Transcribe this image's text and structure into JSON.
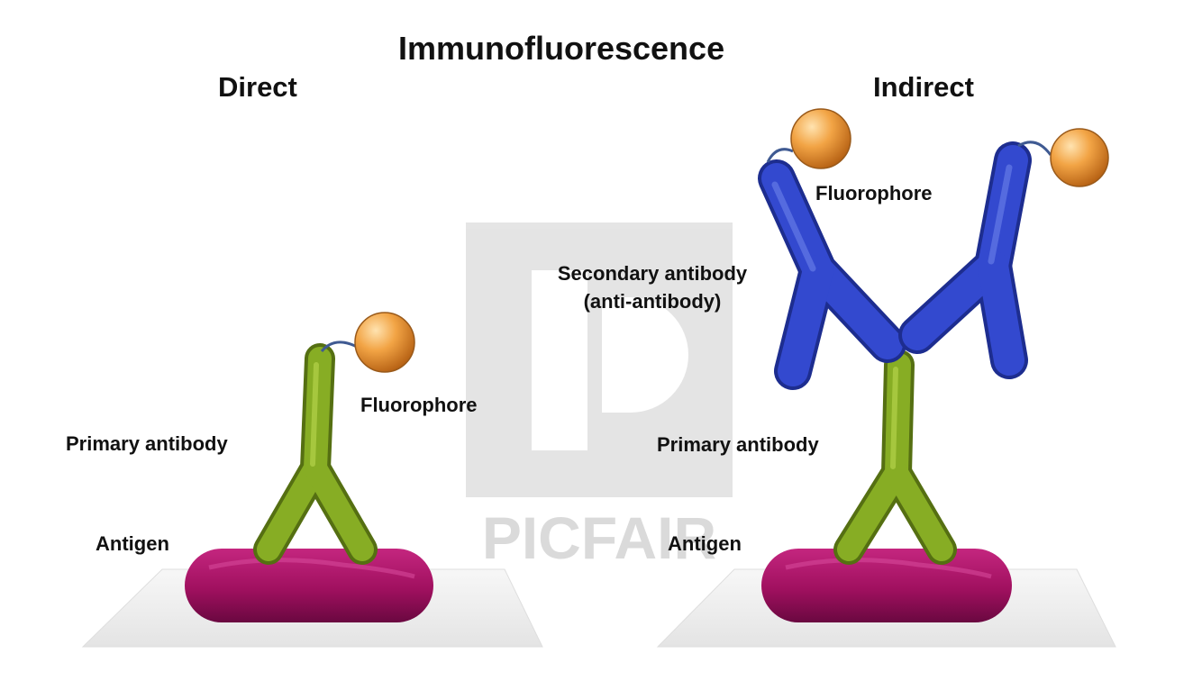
{
  "title": "Immunofluorescence",
  "panels": {
    "direct": {
      "heading": "Direct",
      "labels": {
        "fluorophore": "Fluorophore",
        "primary_antibody": "Primary antibody",
        "antigen": "Antigen"
      }
    },
    "indirect": {
      "heading": "Indirect",
      "labels": {
        "fluorophore": "Fluorophore",
        "secondary_antibody_line1": "Secondary antibody",
        "secondary_antibody_line2": "(anti-antibody)",
        "primary_antibody": "Primary antibody",
        "antigen": "Antigen"
      }
    }
  },
  "watermark": {
    "brand": "PICFAIR"
  },
  "colors": {
    "primary_antibody": "#7fa520",
    "secondary_antibody": "#2f45c8",
    "antigen": "#a0105f",
    "fluorophore": "#f2a445",
    "slide": "#efefef",
    "watermark": "#c8c8c8",
    "text": "#111111"
  }
}
